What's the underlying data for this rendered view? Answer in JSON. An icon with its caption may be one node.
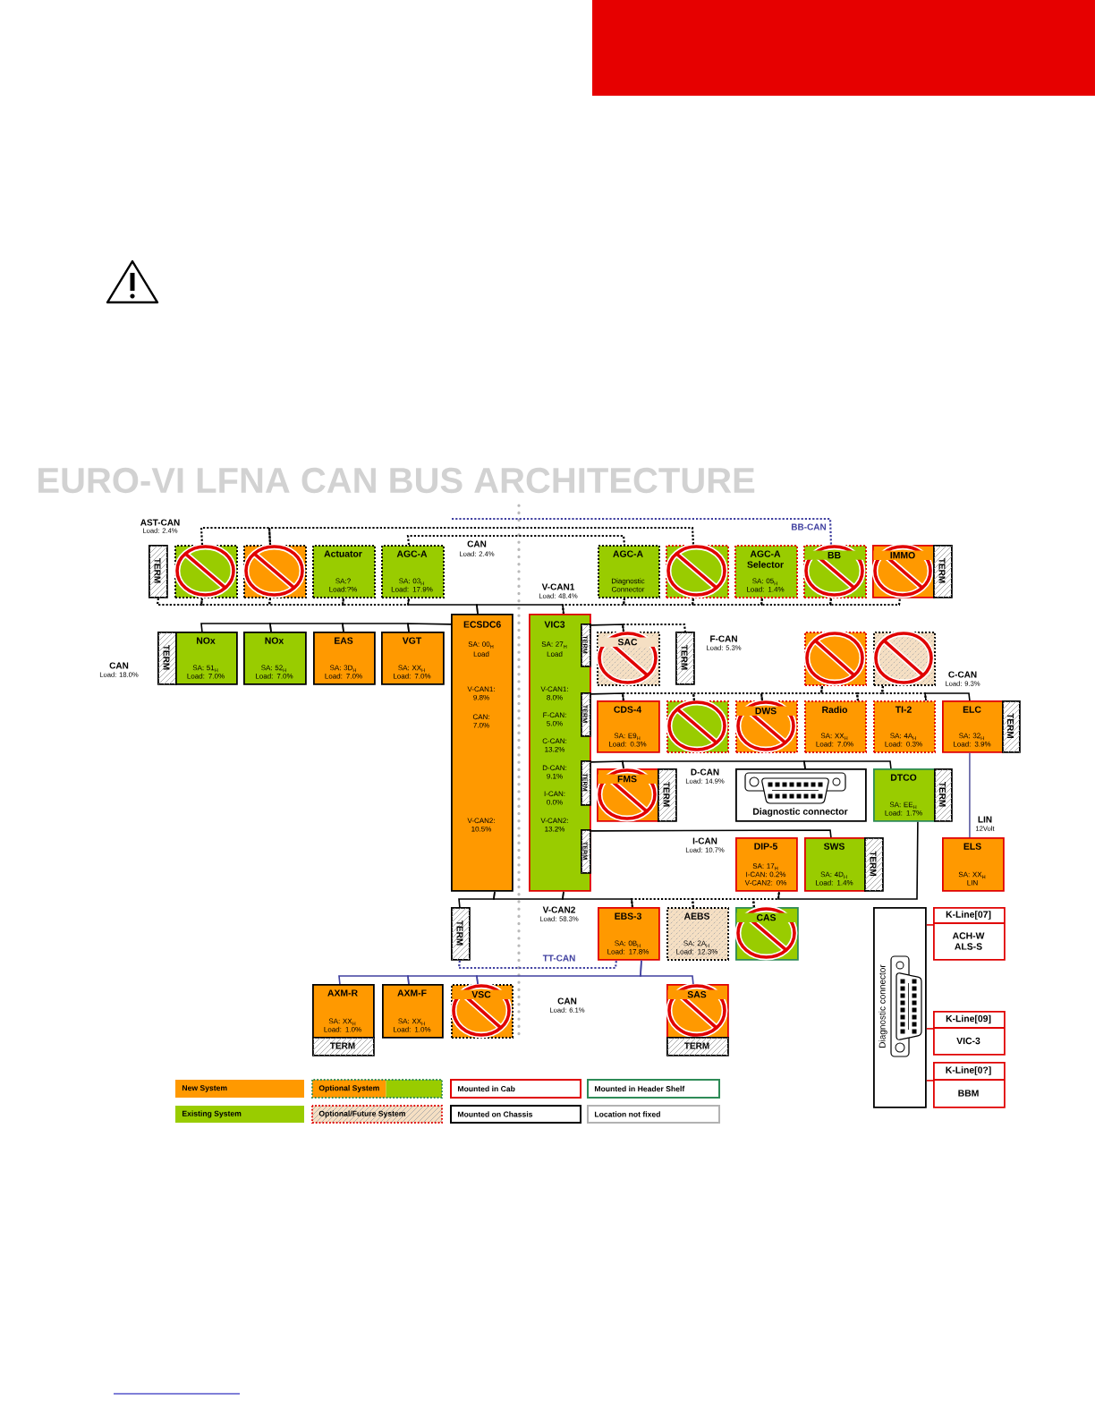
{
  "diagram": {
    "title": "EURO-VI LFNA CAN BUS ARCHITECTURE",
    "nodes": [
      {
        "text": [
          "TERM"
        ]
      },
      {
        "text": [],
        "shape": "box"
      },
      {
        "text": [],
        "shape": "box"
      },
      {
        "text": [
          "Actuator",
          "SA:?",
          "Load:?%"
        ]
      },
      {
        "text": [
          "AGC-A",
          "SA: 03$_{H}$",
          "Load: 17.9%"
        ]
      },
      {
        "text": [
          "AGC-A",
          "Diagnostic Connector"
        ]
      },
      {
        "text": [],
        "shape": "box"
      },
      {
        "text": [
          "AGC-A Selector",
          "SA: 05$_{H}$",
          "Load: 1.4%"
        ]
      },
      {
        "text": [
          "BB"
        ]
      },
      {
        "text": [
          "IMMO"
        ]
      },
      {
        "text": [
          "TERM"
        ]
      },
      {
        "text": [
          "TERM"
        ]
      },
      {
        "text": [
          "NOx",
          "SA: 51$_{H}$",
          "Load: 7.0%"
        ]
      },
      {
        "text": [
          "NOx",
          "SA: 52$_{H}$",
          "Load: 7.0%"
        ]
      },
      {
        "text": [
          "EAS",
          "SA: 3D$_{H}$",
          "Load: 7.0%"
        ]
      },
      {
        "text": [
          "VGT",
          "SA: XX$_{H}$",
          "Load: 7.0%"
        ]
      },
      {
        "text": [
          "ECSDC6",
          "SA: 00$_{H}$",
          "Load",
          "V-CAN1: 9.8%",
          "CAN: 7.0%",
          "V-CAN2: 10.5%"
        ]
      },
      {
        "text": [
          "VIC3",
          "SA: 27$_{H}$",
          "Load",
          "V-CAN1: 8.0%",
          "F-CAN: 5.0%",
          "C-CAN: 13.2%",
          "D-CAN: 9.1%",
          "I-CAN: 0.0%",
          "V-CAN2: 13.2%"
        ]
      },
      {
        "text": [
          "TERM"
        ],
        "in": 17
      },
      {
        "text": [
          "SAC"
        ]
      },
      {
        "text": [
          "TERM"
        ]
      },
      {
        "text": [],
        "shape": "box"
      },
      {
        "text": [],
        "shape": "box"
      },
      {
        "text": [
          "TERM"
        ],
        "in": 17
      },
      {
        "text": [
          "CDS-4",
          "SA: E9$_{H}$",
          "Load: 0.3%"
        ]
      },
      {
        "text": [],
        "shape": "box"
      },
      {
        "text": [
          "DWS"
        ]
      },
      {
        "text": [
          "Radio",
          "SA: XX$_{H}$",
          "Load: 7.0%"
        ]
      },
      {
        "text": [
          "TI-2",
          "SA: 4A$_{H}$",
          "Load: 0.3%"
        ]
      },
      {
        "text": [
          "ELC",
          "SA: 32$_{H}$",
          "Load: 3.9%"
        ]
      },
      {
        "text": [
          "TERM"
        ]
      },
      {
        "text": [
          "TERM"
        ],
        "in": 17
      },
      {
        "text": [
          "FMS"
        ]
      },
      {
        "text": [
          "TERM"
        ]
      },
      {
        "text": [
          "Diagnostic connector"
        ]
      },
      {
        "text": [
          "DTCO",
          "SA: EE$_{H}$",
          "Load: 1.7%"
        ]
      },
      {
        "text": [
          "TERM"
        ]
      },
      {
        "text": [
          "TERM"
        ],
        "in": 17
      },
      {
        "text": [
          "DIP-5",
          "SA: 17$_{H}$",
          "I-CAN: 0.2%",
          "V-CAN2: 0%"
        ]
      },
      {
        "text": [
          "SWS",
          "SA: 4D$_{H}$",
          "Load: 1.4%"
        ]
      },
      {
        "text": [
          "TERM"
        ]
      },
      {
        "text": [
          "ELS",
          "SA: XX$_{H}$",
          "LIN"
        ]
      },
      {
        "text": [
          "TERM"
        ]
      },
      {
        "text": [
          "EBS-3",
          "SA: 0B$_{H}$",
          "Load: 17.8%"
        ]
      },
      {
        "text": [
          "AEBS",
          "SA: 2A$_{H}$",
          "Load: 12.3%"
        ]
      },
      {
        "text": [
          "CAS"
        ]
      },
      {
        "text": [
          "Diagnostic connector"
        ]
      },
      {
        "text": [
          "K-Line[07]",
          "ACH-W ALS-S"
        ]
      },
      {
        "text": [
          "AXM-R",
          "SA: XX$_{H}$",
          "Load: 1.0%"
        ]
      },
      {
        "text": [
          "TERM"
        ]
      },
      {
        "text": [
          "AXM-F",
          "SA: XX$_{H}$",
          "Load: 1.0%"
        ]
      },
      {
        "text": [
          "VSC"
        ]
      },
      {
        "text": [
          "SAS"
        ]
      },
      {
        "text": [
          "TERM"
        ]
      },
      {
        "text": [
          "K-Line[09]",
          "VIC-3"
        ]
      },
      {
        "text": [
          "K-Line[0?]",
          "BBM"
        ]
      }
    ],
    "edges": [
      {
        "from": 0,
        "to": 1,
        "arrow": "none",
        "style": "dashed"
      },
      {
        "from": 1,
        "to": 2,
        "arrow": "none",
        "style": "dashed"
      },
      {
        "from": 2,
        "to": 3,
        "arrow": "none",
        "style": "dashed"
      },
      {
        "from": 3,
        "to": 4,
        "arrow": "none",
        "style": "dashed"
      },
      {
        "from": 4,
        "to": 16,
        "arrow": "none"
      },
      {
        "from": 16,
        "to": 17,
        "arrow": "none"
      },
      {
        "from": 17,
        "to": 5,
        "arrow": "none",
        "style": "dashed"
      },
      {
        "from": 5,
        "to": 6,
        "arrow": "none",
        "style": "dashed"
      },
      {
        "from": 6,
        "to": 7,
        "arrow": "none",
        "style": "dashed"
      },
      {
        "from": 7,
        "to": 8,
        "arrow": "none",
        "style": "dashed"
      },
      {
        "from": 8,
        "to": 9,
        "arrow": "none",
        "style": "dashed"
      },
      {
        "from": 1,
        "to": 2,
        "arrow": "none",
        "style": "dashed"
      },
      {
        "from": 2,
        "to": 6,
        "arrow": "none",
        "style": "dashed"
      },
      {
        "from": 4,
        "to": 5,
        "arrow": "none",
        "style": "dashed"
      },
      {
        "from": null,
        "to": 8,
        "arrow": "none",
        "style": "dashed",
        "color": "#4040a0"
      },
      {
        "from": 16,
        "to": 15,
        "arrow": "none"
      },
      {
        "from": 15,
        "to": 14,
        "arrow": "none"
      },
      {
        "from": 14,
        "to": 13,
        "arrow": "none"
      },
      {
        "from": 13,
        "to": 12,
        "arrow": "none"
      },
      {
        "from": 18,
        "to": 19,
        "arrow": "none"
      },
      {
        "from": 19,
        "to": 20,
        "arrow": "none",
        "style": "dashed"
      },
      {
        "from": 23,
        "to": 24,
        "arrow": "none"
      },
      {
        "from": 24,
        "to": 25,
        "arrow": "none",
        "style": "dashed"
      },
      {
        "from": 25,
        "to": 26,
        "arrow": "none",
        "style": "dashed"
      },
      {
        "from": 26,
        "to": 21,
        "arrow": "none",
        "style": "dashed"
      },
      {
        "from": 21,
        "to": 27,
        "arrow": "none",
        "style": "dashed"
      },
      {
        "from": 27,
        "to": 22,
        "arrow": "none",
        "style": "dashed"
      },
      {
        "from": 22,
        "to": 28,
        "arrow": "none",
        "style": "dashed"
      },
      {
        "from": 28,
        "to": 29,
        "arrow": "none"
      },
      {
        "from": 31,
        "to": 32,
        "arrow": "none"
      },
      {
        "from": 32,
        "to": 34,
        "arrow": "none"
      },
      {
        "from": 34,
        "to": 35,
        "arrow": "none"
      },
      {
        "from": 37,
        "to": 39,
        "arrow": "none"
      },
      {
        "from": 29,
        "to": 41,
        "arrow": "none",
        "color": "#5b5ba0"
      },
      {
        "from": 42,
        "to": 16,
        "arrow": "none"
      },
      {
        "from": 16,
        "to": 17,
        "arrow": "none"
      },
      {
        "from": 17,
        "to": 43,
        "arrow": "none"
      },
      {
        "from": 43,
        "to": 44,
        "arrow": "none",
        "style": "dashed"
      },
      {
        "from": 44,
        "to": 45,
        "arrow": "none",
        "style": "dashed"
      },
      {
        "from": 45,
        "to": 38,
        "arrow": "none",
        "style": "dashed"
      },
      {
        "from": 38,
        "to": 35,
        "arrow": "none"
      },
      {
        "from": 42,
        "to": 43,
        "arrow": "none",
        "style": "dashed",
        "color": "#4040a0"
      },
      {
        "from": 48,
        "to": 50,
        "arrow": "none",
        "color": "#4040a0"
      },
      {
        "from": 50,
        "to": 51,
        "arrow": "none",
        "color": "#4040a0"
      },
      {
        "from": 51,
        "to": 43,
        "arrow": "none",
        "color": "#4040a0"
      },
      {
        "from": 43,
        "to": 52,
        "arrow": "none",
        "color": "#4040a0"
      },
      {
        "from": 46,
        "to": 47,
        "arrow": "none",
        "color": "#e00000"
      },
      {
        "from": 46,
        "to": 54,
        "arrow": "none",
        "color": "#e00000"
      },
      {
        "from": 46,
        "to": 55,
        "arrow": "none",
        "color": "#e00000"
      }
    ],
    "labels": [
      "AST-CAN",
      "Load: 2.4%",
      "CAN",
      "Load: 2.4%",
      "V-CAN1",
      "Load: 48.4%",
      "BB-CAN",
      "CAN",
      "Load: 18.0%",
      "F-CAN",
      "Load: 5.3%",
      "C-CAN",
      "Load: 9.3%",
      "D-CAN",
      "Load: 14.9%",
      "LIN",
      "12Volt",
      "I-CAN",
      "Load: 10.7%",
      "V-CAN2",
      "Load: 58.3%",
      "TT-CAN",
      "CAN",
      "Load: 6.1%"
    ],
    "legend": [
      {
        "text": "New System",
        "color": "#ff9900"
      },
      {
        "text": "Optional System"
      },
      {
        "text": "Mounted in Cab"
      },
      {
        "text": "Mounted in Header Shelf"
      },
      {
        "text": "Existing System",
        "color": "#99cc00"
      },
      {
        "text": "Optional/Future System"
      },
      {
        "text": "Mounted on Chassis"
      },
      {
        "text": "Location not fixed"
      }
    ]
  }
}
